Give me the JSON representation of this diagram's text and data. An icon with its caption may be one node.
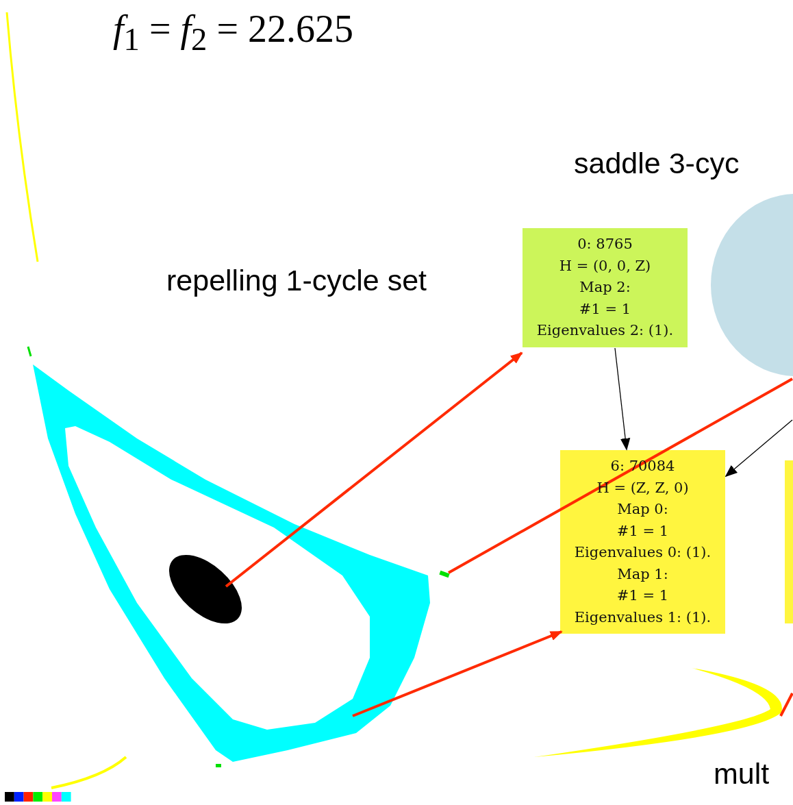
{
  "diagram": {
    "title": "*f*$_{1}$ = *f*$_{2}$ = 22.625",
    "nodes": [
      {
        "text": [
          "0: 8765",
          "H = (0, 0, Z)",
          "Map 2:",
          "#1 = 1",
          "Eigenvalues 2: (1)."
        ]
      },
      {
        "text": [
          "6: 70084",
          "H = (Z, Z, 0)",
          "Map 0:",
          "#1 = 1",
          "Eigenvalues 0: (1).",
          "Map 1:",
          "#1 = 1",
          "Eigenvalues 1: (1)."
        ]
      },
      {
        "text": [],
        "shape": "ellipse"
      },
      {
        "text": [],
        "shape": "box"
      },
      {
        "text": [],
        "shape": "ellipse",
        "in": 6
      },
      {
        "text": [],
        "shape": "bar"
      },
      {
        "text": [],
        "shape": "picture"
      },
      {
        "text": [],
        "shape": "picture",
        "beside": [
          "mult"
        ]
      }
    ],
    "edges": [
      {
        "from": 0,
        "to": 1,
        "arrow": "to",
        "color": "#000000"
      },
      {
        "from": null,
        "to": 1,
        "arrow": "to",
        "color": "#000000"
      },
      {
        "from": 4,
        "to": 0,
        "arrow": "to"
      },
      {
        "from": 5,
        "to": 2,
        "arrow": "none"
      },
      {
        "from": 6,
        "to": 1,
        "arrow": "to"
      },
      {
        "from": 7,
        "to": null,
        "arrow": "none"
      }
    ],
    "labels": [
      "saddle 3-cyc",
      "repelling 1-cycle set"
    ]
  }
}
